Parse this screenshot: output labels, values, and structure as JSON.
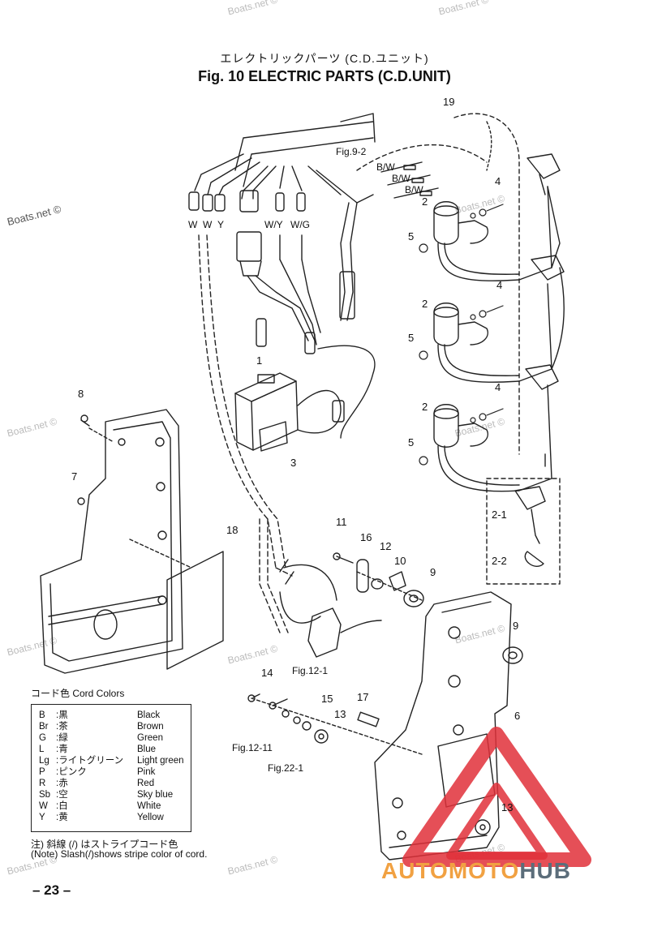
{
  "header": {
    "title_jp": "エレクトリックパーツ (C.D.ユニット)",
    "title": "Fig. 10    ELECTRIC PARTS (C.D.UNIT)"
  },
  "watermark": "Boats.net ©",
  "part_numbers": {
    "n1": "1",
    "n2a": "2",
    "n2b": "2",
    "n2c": "2",
    "n3": "3",
    "n4a": "4",
    "n4b": "4",
    "n4c": "4",
    "n5a": "5",
    "n5b": "5",
    "n5c": "5",
    "n6": "6",
    "n7": "7",
    "n8": "8",
    "n9a": "9",
    "n9b": "9",
    "n10": "10",
    "n11": "11",
    "n12": "12",
    "n13a": "13",
    "n13b": "13",
    "n14": "14",
    "n15": "15",
    "n16": "16",
    "n17": "17",
    "n18": "18",
    "n19": "19",
    "n21": "2-1",
    "n22": "2-2"
  },
  "labels": {
    "fig92": "Fig.9-2",
    "fig121": "Fig.12-1",
    "fig1211": "Fig.12-11",
    "fig221": "Fig.22-1",
    "bw1": "B/W",
    "bw2": "B/W",
    "bw3": "B/W",
    "w1": "W",
    "w2": "W",
    "y": "Y",
    "wy": "W/Y",
    "wg": "W/G"
  },
  "legend": {
    "heading": "コード色   Cord Colors",
    "rows": [
      {
        "code": "B",
        "jp": ":黒",
        "en": "Black"
      },
      {
        "code": "Br",
        "jp": ":茶",
        "en": "Brown"
      },
      {
        "code": "G",
        "jp": ":緑",
        "en": "Green"
      },
      {
        "code": "L",
        "jp": ":青",
        "en": "Blue"
      },
      {
        "code": "Lg",
        "jp": ":ライトグリーン",
        "en": "Light green"
      },
      {
        "code": "P",
        "jp": ":ピンク",
        "en": "Pink"
      },
      {
        "code": "R",
        "jp": ":赤",
        "en": "Red"
      },
      {
        "code": "Sb",
        "jp": ":空",
        "en": "Sky blue"
      },
      {
        "code": "W",
        "jp": ":白",
        "en": "White"
      },
      {
        "code": "Y",
        "jp": ":黄",
        "en": "Yellow"
      }
    ],
    "note_jp": "注) 斜線 (/) はストライプコード色",
    "note_en": "(Note) Slash(/)shows stripe color of cord."
  },
  "page_number": "– 23 –",
  "brand": {
    "part1": "AUTOMOTO",
    "part2": "HUB"
  },
  "colors": {
    "line": "#222222",
    "logo_red": "#e0303a",
    "logo_orange": "#f1a142",
    "logo_gray": "#5b6d7a"
  }
}
